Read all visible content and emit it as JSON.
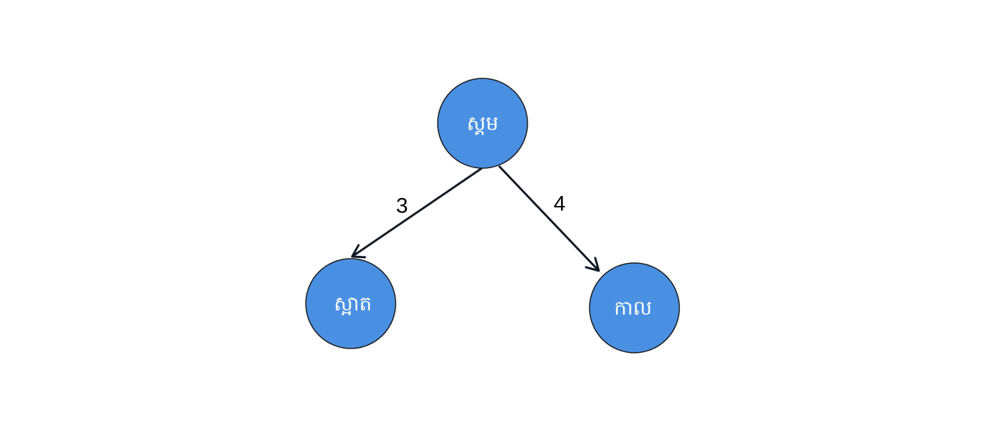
{
  "nodes": [
    {
      "id": "root",
      "label": "ស្គម"
    },
    {
      "id": "left",
      "label": "ស្អាត"
    },
    {
      "id": "right",
      "label": "កាល"
    }
  ],
  "edges": [
    {
      "from": "root",
      "to": "left",
      "weight": "3"
    },
    {
      "from": "root",
      "to": "right",
      "weight": "4"
    }
  ],
  "colors": {
    "node_fill": "#4a90e2",
    "node_stroke": "#1a1a1a",
    "edge": "#0f1a24",
    "label_text": "#ffffff"
  }
}
